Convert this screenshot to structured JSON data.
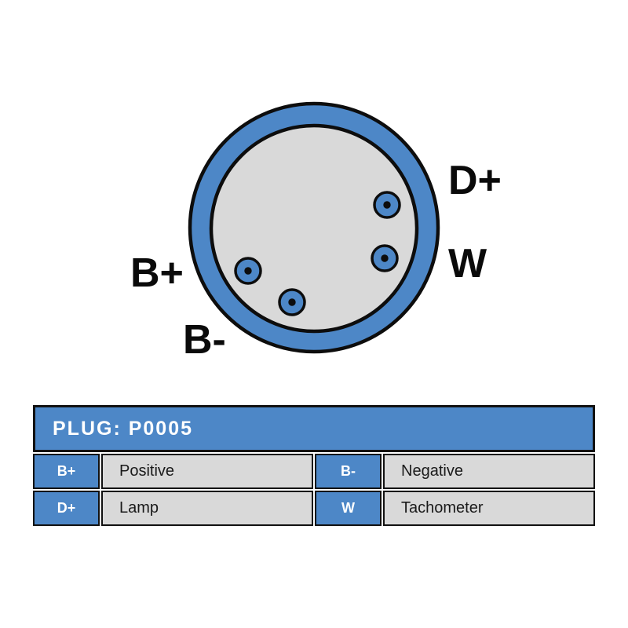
{
  "colors": {
    "accent_blue": "#4d87c7",
    "face_gray": "#d9d9d9",
    "outline_black": "#0d0d0d",
    "table_border": "#111111",
    "page_background": "#ffffff",
    "header_text": "#ffffff",
    "desc_text": "#1a1a1a"
  },
  "diagram": {
    "labels": {
      "bplus": "B+",
      "bminus": "B-",
      "dplus": "D+",
      "w": "W"
    }
  },
  "table": {
    "title": "PLUG: P0005",
    "entries": [
      {
        "pin": "B+",
        "desc": "Positive"
      },
      {
        "pin": "B-",
        "desc": "Negative"
      },
      {
        "pin": "D+",
        "desc": "Lamp"
      },
      {
        "pin": "W",
        "desc": "Tachometer"
      }
    ]
  }
}
